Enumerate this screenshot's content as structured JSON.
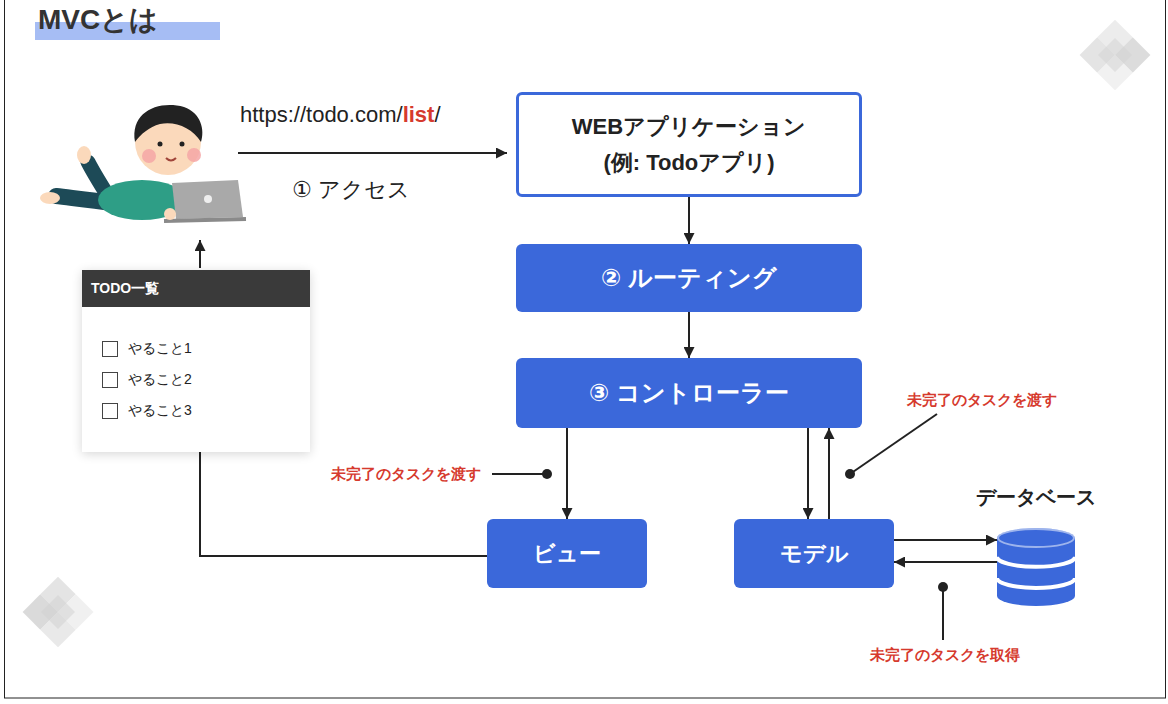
{
  "diagram": {
    "title": "MVCとは",
    "nodes": [
      {
        "text": [
          "WEBアプリケーション",
          "(例: Todoアプリ)"
        ]
      },
      {
        "text": [
          "② ルーティング"
        ]
      },
      {
        "text": [
          "③ コントローラー"
        ]
      },
      {
        "text": [
          "ビュー"
        ]
      },
      {
        "text": [
          "モデル"
        ]
      },
      {
        "text": [
          "データベース"
        ]
      },
      {
        "text": [
          "TODO一覧",
          "やること1",
          "やること2",
          "やること3"
        ]
      }
    ],
    "edges": [
      {
        "from": 0,
        "to": 1,
        "arrow": "to"
      },
      {
        "from": 1,
        "to": 2,
        "arrow": "to"
      },
      {
        "from": 2,
        "to": 3,
        "arrow": "to",
        "label": "未完了のタスクを渡す"
      },
      {
        "from": 2,
        "to": 4,
        "arrow": "to"
      },
      {
        "from": 4,
        "to": 2,
        "arrow": "to",
        "label": "未完了のタスクを渡す"
      },
      {
        "from": 4,
        "to": 5,
        "arrow": "to"
      },
      {
        "from": 5,
        "to": 4,
        "arrow": "to",
        "label": "未完了のタスクを取得"
      },
      {
        "from": 3,
        "to": 6,
        "arrow": "none"
      }
    ],
    "labels": [
      "https://todo.com/",
      "list",
      "/",
      "① アクセス"
    ]
  }
}
